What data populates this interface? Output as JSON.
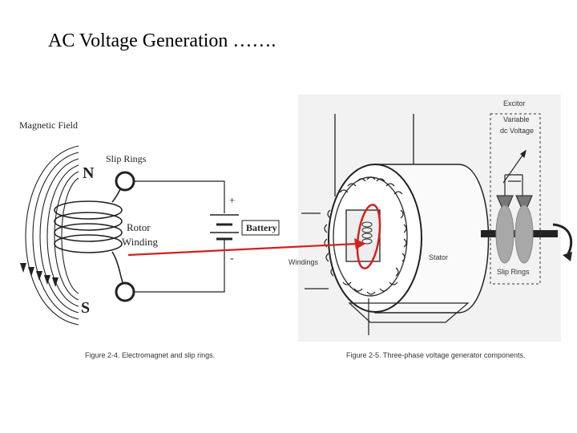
{
  "slide": {
    "title": "AC Voltage Generation ……."
  },
  "left_figure": {
    "magnetic_field": "Magnetic Field",
    "slip_rings": "Slip Rings",
    "pole_north": "N",
    "pole_south": "S",
    "rotor_line1": "Rotor",
    "rotor_line2": "Winding",
    "battery": "Battery",
    "plus": "+",
    "minus": "-",
    "caption": "Figure 2-4.  Electromagnet and slip rings."
  },
  "right_figure": {
    "exciter": "Excitor",
    "variable_line1": "Variable",
    "variable_line2": "dc Voltage",
    "windings": "Windings",
    "stator": "Stator",
    "slip_rings": "Slip Rings",
    "caption": "Figure 2-5.  Three-phase voltage generator components."
  },
  "colors": {
    "highlight": "#d42020",
    "ink": "#222222",
    "ring_fill": "#aaaaaa"
  }
}
